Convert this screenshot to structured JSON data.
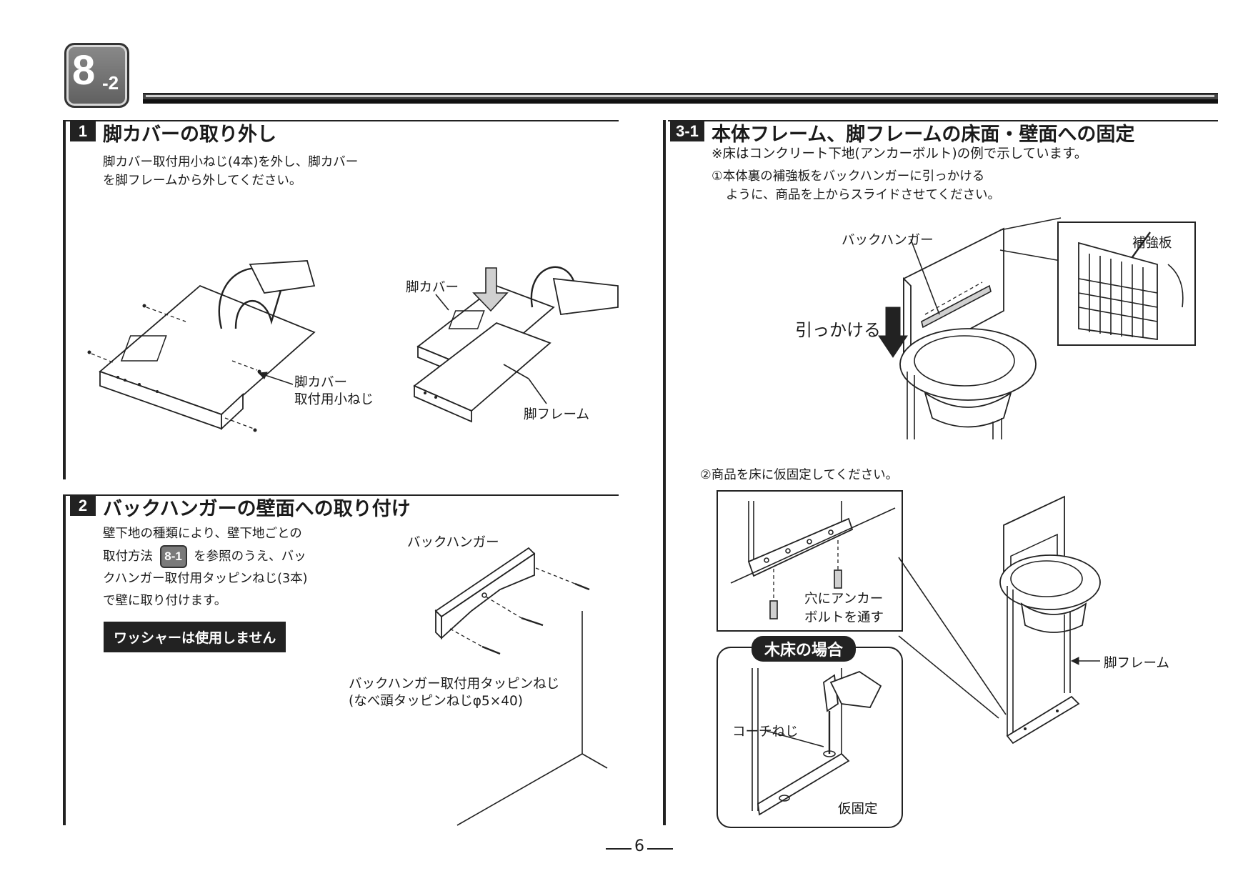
{
  "chapter": {
    "number": "8",
    "sub": "-2"
  },
  "sections": {
    "s1": {
      "number": "1",
      "title": "脚カバーの取り外し",
      "body_lines": [
        "脚カバー取付用小ねじ(4本)を外し、脚カバー",
        "を脚フレームから外してください。"
      ],
      "labels": {
        "screw_line1": "脚カバー",
        "screw_line2": "取付用小ねじ",
        "cover": "脚カバー",
        "frame": "脚フレーム"
      }
    },
    "s2": {
      "number": "2",
      "title": "バックハンガーの壁面への取り付け",
      "body_line1": "壁下地の種類により、壁下地ごとの",
      "body_line2_pre": "取付方法",
      "ref_badge": "8-1",
      "body_line2_post": "を参照のうえ、バッ",
      "body_line3": "クハンガー取付用タッピンねじ(3本)",
      "body_line4": "で壁に取り付けます。",
      "warning": "ワッシャーは使用しません",
      "labels": {
        "hanger": "バックハンガー",
        "screw_line1": "バックハンガー取付用タッピンねじ",
        "screw_line2": "(なべ頭タッピンねじφ5×40)"
      }
    },
    "s3": {
      "number": "3-1",
      "title": "本体フレーム、脚フレームの床面・壁面への固定",
      "note": "※床はコンクリート下地(アンカーボルト)の例で示しています。",
      "step1_line1": "①本体裏の補強板をバックハンガーに引っかける",
      "step1_line2": "ように、商品を上からスライドさせてください。",
      "step2": "②商品を床に仮固定してください。",
      "labels": {
        "hanger": "バックハンガー",
        "hook": "引っかける",
        "reinforce": "補強板",
        "anchor_line1": "穴にアンカー",
        "anchor_line2": "ボルトを通す",
        "wood_floor": "木床の場合",
        "coach": "コーチねじ",
        "temp_fix": "仮固定",
        "leg_frame": "脚フレーム"
      }
    }
  },
  "page_number": "6"
}
